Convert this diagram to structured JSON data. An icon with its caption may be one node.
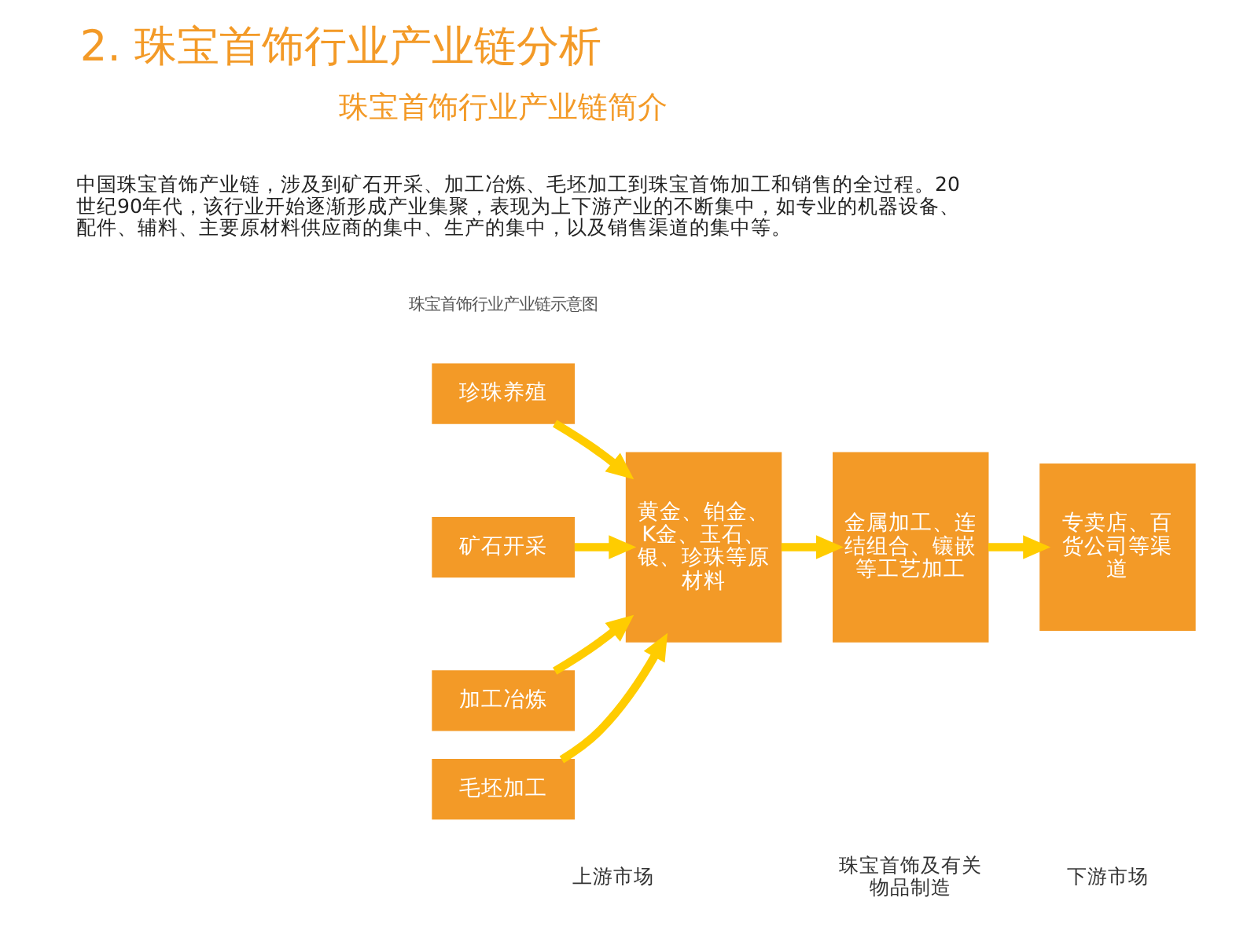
{
  "diagram": {
    "title": "2. 珠宝首饰行业产业链分析",
    "nodes": [
      {
        "text": [
          "珍珠养殖"
        ]
      },
      {
        "text": [
          "矿石开采"
        ]
      },
      {
        "text": [
          "加工冶炼"
        ]
      },
      {
        "text": [
          "毛坯加工"
        ]
      },
      {
        "text": [
          "黄金、铂金、K金、玉石、银、珍珠等原材料"
        ]
      },
      {
        "text": [
          "金属加工、连结组合、镶嵌等工艺加工"
        ]
      },
      {
        "text": [
          "专卖店、百货公司等渠道"
        ]
      }
    ],
    "edges": [
      {
        "from": 0,
        "to": 4,
        "arrow": "to"
      },
      {
        "from": 1,
        "to": 4,
        "arrow": "to"
      },
      {
        "from": 2,
        "to": 4,
        "arrow": "to"
      },
      {
        "from": 3,
        "to": 4,
        "arrow": "to"
      },
      {
        "from": 4,
        "to": 5,
        "arrow": "to"
      },
      {
        "from": 5,
        "to": 6,
        "arrow": "to"
      }
    ],
    "labels": [
      "珠宝首饰行业产业链简介",
      "中国珠宝首饰产业链，涉及到矿石开采、加工冶炼、毛坯加工到珠宝首饰加工和销售的全过程。20世纪90年代，该行业开始逐渐形成产业集聚，表现为上下游产业的不断集中，如专业的机器设备、配件、辅料、主要原材料供应商的集中、生产的集中，以及销售渠道的集中等。",
      "珠宝首饰行业产业链示意图",
      "上游市场",
      "珠宝首饰及有关物品制造",
      "下游市场"
    ]
  }
}
